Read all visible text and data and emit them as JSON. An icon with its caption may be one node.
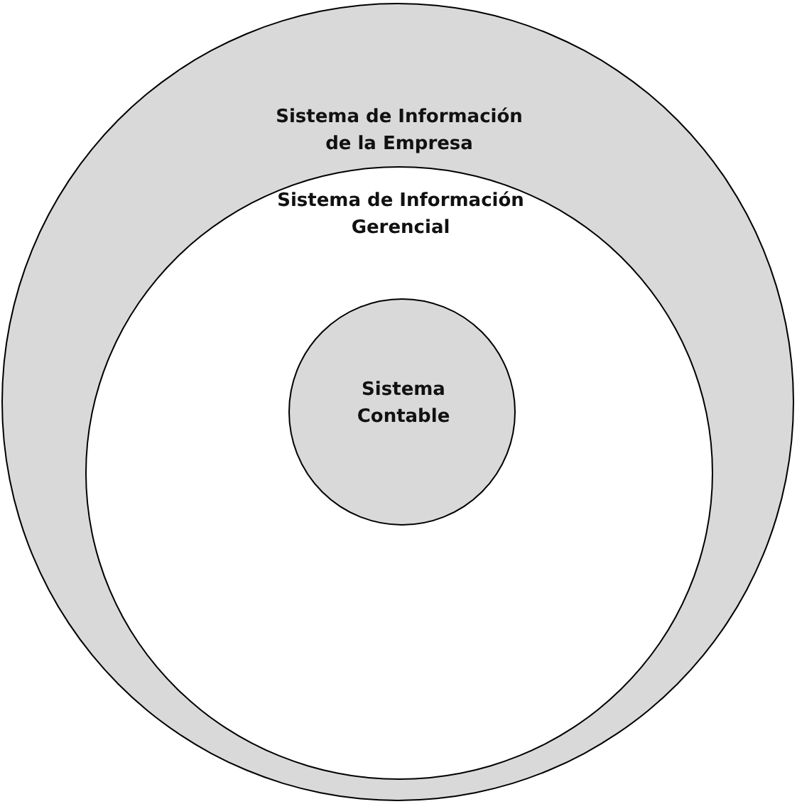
{
  "diagram": {
    "nodes": [
      {
        "text": [
          "Sistema de Información de la Empresa"
        ]
      },
      {
        "text": [
          "Sistema de Información Gerencial"
        ],
        "in": 0
      },
      {
        "text": [
          "Sistema Contable"
        ],
        "in": 1
      }
    ]
  }
}
